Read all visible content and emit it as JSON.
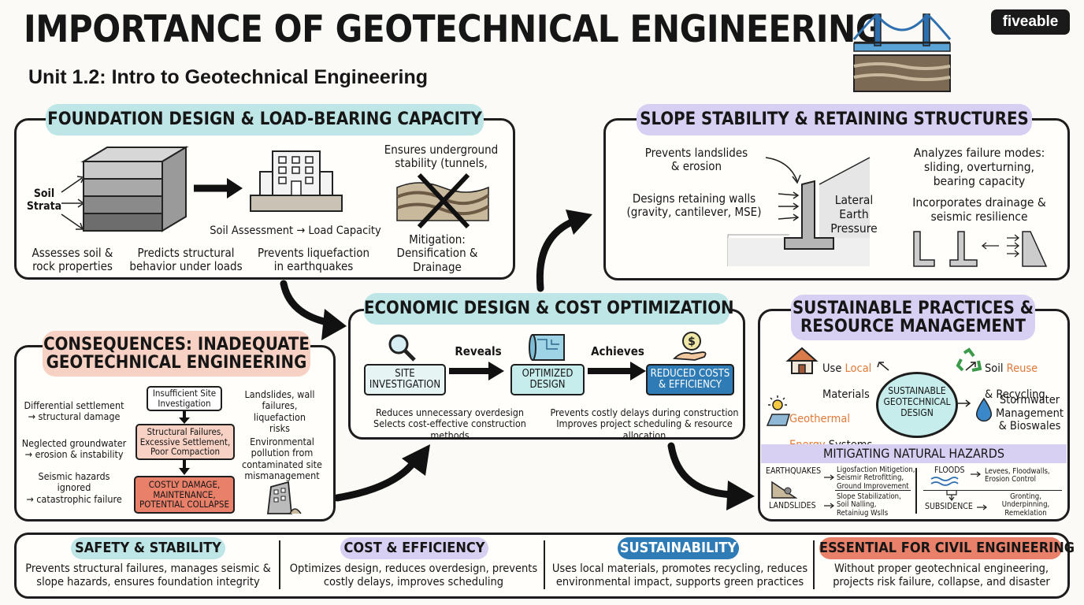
{
  "header": {
    "title": "IMPORTANCE OF GEOTECHNICAL ENGINEERING",
    "subtitle": "Unit 1.2: Intro to Geotechnical Engineering",
    "brand": "fiveable"
  },
  "foundation": {
    "heading": "FOUNDATION DESIGN & LOAD-BEARING CAPACITY",
    "soil_strata": "Soil\nStrata",
    "assessment": "Soil Assessment → Load Capacity",
    "underground": "Ensures underground\nstability (tunnels,",
    "assesses": "Assesses soil &\nrock properties",
    "predicts": "Predicts structural\nbehavior under loads",
    "liquefaction": "Prevents liquefaction\nin earthquakes",
    "mitigation": "Mitigation:\nDensification &\nDrainage"
  },
  "slope": {
    "heading": "SLOPE STABILITY & RETAINING STRUCTURES",
    "landslides": "Prevents landslides\n& erosion",
    "walls": "Designs retaining walls\n(gravity, cantilever, MSE)",
    "lateral": "Lateral\nEarth\nPressure",
    "failure": "Analyzes failure modes:\nsliding, overturning,\nbearing capacity",
    "drainage": "Incorporates drainage &\nseismic resilience"
  },
  "economic": {
    "heading": "ECONOMIC DESIGN & COST OPTIMIZATION",
    "reveals": "Reveals",
    "achieves": "Achieves",
    "site": "SITE\nINVESTIGATION",
    "optimized": "OPTIMIZED\nDESIGN",
    "reduced": "REDUCED COSTS\n& EFFICIENCY",
    "reduces": "Reduces unnecessary overdesign\nSelects cost-effective construction methods",
    "prevents": "Prevents costly delays during construction\nImproves project scheduling & resource allocation"
  },
  "consequences": {
    "heading": "CONSEQUENCES: INADEQUATE\nGEOTECHNICAL ENGINEERING",
    "differential": "Differential settlement\n→ structural damage",
    "groundwater": "Neglected groundwater\n→ erosion & instability",
    "seismic": "Seismic hazards ignored\n→ catastrophic failure",
    "insufficient": "Insufficient Site\nInvestigation",
    "failures": "Structural Failures,\nExcessive Settlement,\nPoor Compaction",
    "costly": "COSTLY DAMAGE,\nMAINTENANCE,\nPOTENTIAL COLLAPSE",
    "landslides": "Landslides, wall\nfailures, liquefaction\nrisks",
    "pollution": "Environmental\npollution from\ncontaminated site\nmismanagement"
  },
  "sustainable": {
    "heading": "SUSTAINABLE PRACTICES &\nRESOURCE MANAGEMENT",
    "use": "Use ",
    "local": "Local",
    "materials": "Materials",
    "soil": "Soil ",
    "reuse": "Reuse",
    "recycling": "& Recycling",
    "geothermal": "Geothermal",
    "energy": "Energy",
    "systems": " Systems",
    "center": "SUSTAINABLE\nGEOTECHNICAL\nDESIGN",
    "stormwater": "Stormwater\nManagement\n& Bioswales"
  },
  "hazards": {
    "heading": "MITIGATING NATURAL HAZARDS",
    "earthquakes": "EARTHQUAKES",
    "eq_text": "Ligosfaction Mitigetion,\nSeismir Retrofitting,\nGround Improvement",
    "floods": "FLOODS",
    "fl_text": "Levees, Floodwalls,\nErosion Control",
    "landslides": "LANDSLIDES",
    "ls_text": "Slope Stabilization,\nSoil Nalling,\nRetainiug Wslls",
    "subsidence": "SUBSIDENCE",
    "sb_text": "Gronting,\nUnderpinning,\nRemeklation"
  },
  "footer": [
    {
      "label": "SAFETY & STABILITY",
      "text": "Prevents structural failures, manages seismic &\nslope hazards, ensures foundation integrity"
    },
    {
      "label": "COST & EFFICIENCY",
      "text": "Optimizes design, reduces overdesign, prevents\ncostly delays, improves scheduling"
    },
    {
      "label": "SUSTAINABILITY",
      "text": "Uses local materials, promotes recycling, reduces\nenvironmental impact, supports green practices"
    },
    {
      "label": "ESSENTIAL FOR CIVIL ENGINEERING",
      "text": "Without proper geotechnical engineering,\nprojects risk failure, collapse, and disaster"
    }
  ],
  "colors": {
    "teal": "#bfe6e6",
    "lavender": "#d8d0f2",
    "salmon": "#f7d2c4",
    "blue": "#2e7bb5",
    "orange": "#e9806a",
    "accent_orange": "#e07a3a"
  }
}
